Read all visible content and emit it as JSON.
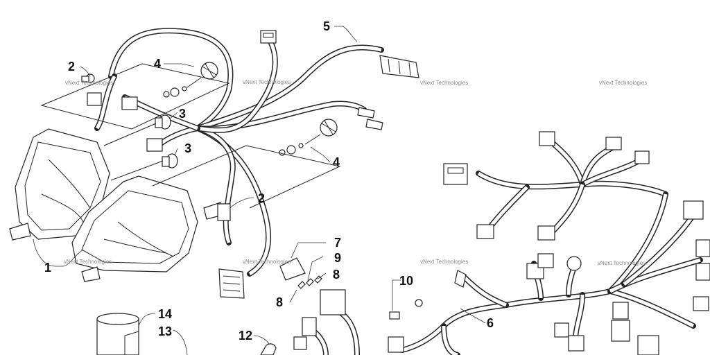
{
  "callouts": {
    "c1": "1",
    "c2a": "2",
    "c2b": "2",
    "c3a": "3",
    "c3b": "3",
    "c4a": "4",
    "c4b": "4",
    "c5": "5",
    "c6": "6",
    "c7": "7",
    "c8a": "8",
    "c8b": "8",
    "c9": "9",
    "c10": "10",
    "c12": "12",
    "c13": "13",
    "c14": "14"
  },
  "watermark": {
    "text": "vNext Technologies"
  }
}
